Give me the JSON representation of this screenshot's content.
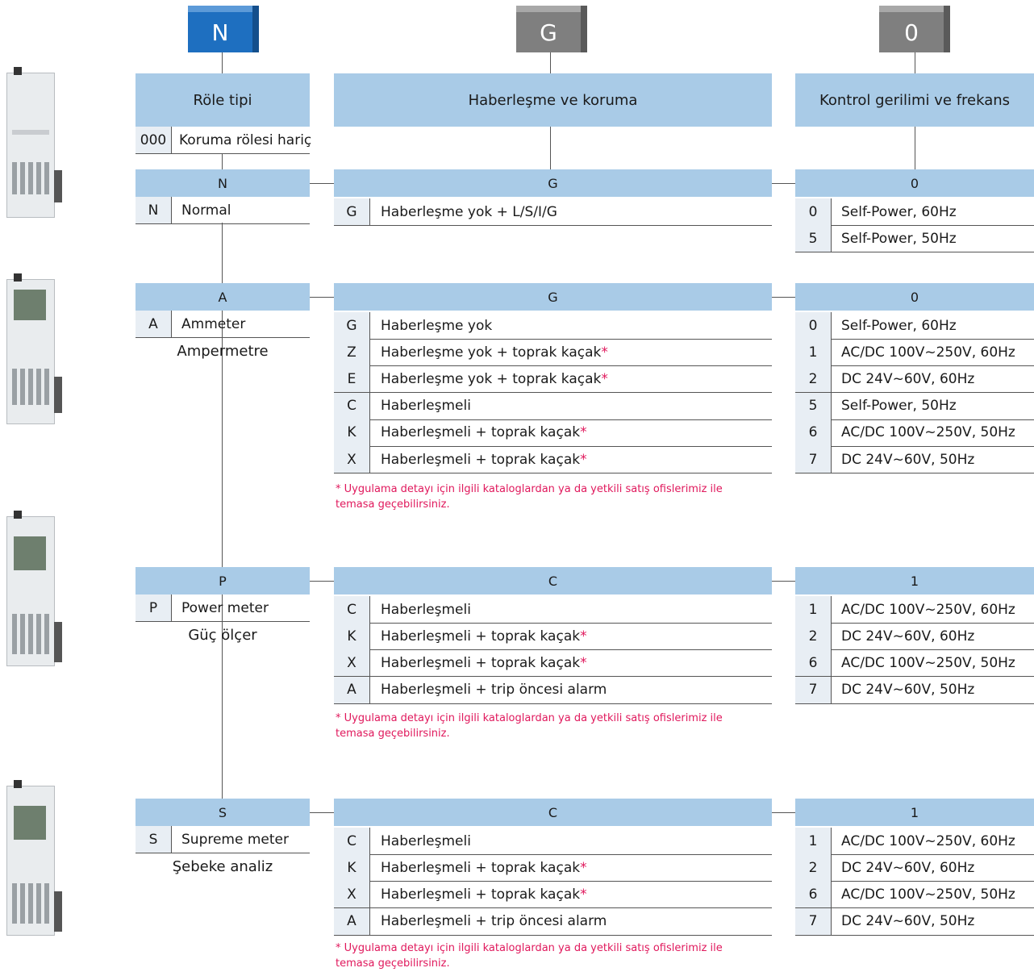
{
  "cubes": [
    {
      "letter": "N",
      "color": "#1e6fc0"
    },
    {
      "letter": "G",
      "color": "#7f7f7f"
    },
    {
      "letter": "0",
      "color": "#7f7f7f"
    }
  ],
  "headers": {
    "col1": "Röle tipi",
    "col2": "Haberleşme ve koruma",
    "col3": "Kontrol gerilimi ve frekans"
  },
  "exclude": {
    "code": "000",
    "label": "Koruma rölesi hariç"
  },
  "note": "* Uygulama detayı için ilgili kataloglardan ya da yetkili satış ofislerimiz ile temasa geçebilirsiniz.",
  "sections": [
    {
      "type_bar": "N",
      "type_code": "N",
      "type_label": "Normal",
      "type_caption": "",
      "comm_bar": "G",
      "comm": [
        {
          "code": "G",
          "label": "Haberleşme yok + L/S/I/G",
          "star": false
        }
      ],
      "volt_bar": "0",
      "volt": [
        {
          "code": "0",
          "label": "Self-Power, 60Hz"
        },
        {
          "code": "5",
          "label": "Self-Power, 50Hz"
        }
      ]
    },
    {
      "type_bar": "A",
      "type_code": "A",
      "type_label": "Ammeter",
      "type_caption": "Ampermetre",
      "comm_bar": "G",
      "comm": [
        {
          "code": "G",
          "label": "Haberleşme yok",
          "star": false
        },
        {
          "code": "Z",
          "label": "Haberleşme yok + toprak kaçak",
          "star": true
        },
        {
          "code": "E",
          "label": "Haberleşme yok + toprak kaçak",
          "star": true
        },
        {
          "code": "C",
          "label": "Haberleşmeli",
          "star": false
        },
        {
          "code": "K",
          "label": "Haberleşmeli + toprak kaçak",
          "star": true
        },
        {
          "code": "X",
          "label": "Haberleşmeli + toprak kaçak",
          "star": true
        }
      ],
      "volt_bar": "0",
      "volt": [
        {
          "code": "0",
          "label": "Self-Power, 60Hz"
        },
        {
          "code": "1",
          "label": "AC/DC 100V~250V, 60Hz"
        },
        {
          "code": "2",
          "label": "DC 24V~60V, 60Hz"
        },
        {
          "code": "5",
          "label": "Self-Power, 50Hz"
        },
        {
          "code": "6",
          "label": "AC/DC 100V~250V, 50Hz"
        },
        {
          "code": "7",
          "label": "DC 24V~60V, 50Hz"
        }
      ]
    },
    {
      "type_bar": "P",
      "type_code": "P",
      "type_label": "Power meter",
      "type_caption": "Güç ölçer",
      "comm_bar": "C",
      "comm": [
        {
          "code": "C",
          "label": "Haberleşmeli",
          "star": false
        },
        {
          "code": "K",
          "label": "Haberleşmeli + toprak kaçak",
          "star": true
        },
        {
          "code": "X",
          "label": "Haberleşmeli + toprak kaçak",
          "star": true
        },
        {
          "code": "A",
          "label": "Haberleşmeli + trip öncesi alarm",
          "star": false
        }
      ],
      "volt_bar": "1",
      "volt": [
        {
          "code": "1",
          "label": "AC/DC 100V~250V, 60Hz"
        },
        {
          "code": "2",
          "label": "DC 24V~60V, 60Hz"
        },
        {
          "code": "6",
          "label": "AC/DC 100V~250V, 50Hz"
        },
        {
          "code": "7",
          "label": "DC 24V~60V, 50Hz"
        }
      ]
    },
    {
      "type_bar": "S",
      "type_code": "S",
      "type_label": "Supreme meter",
      "type_caption": "Şebeke analiz",
      "comm_bar": "C",
      "comm": [
        {
          "code": "C",
          "label": "Haberleşmeli",
          "star": false
        },
        {
          "code": "K",
          "label": "Haberleşmeli + toprak kaçak",
          "star": true
        },
        {
          "code": "X",
          "label": "Haberleşmeli + toprak kaçak",
          "star": true
        },
        {
          "code": "A",
          "label": "Haberleşmeli + trip öncesi alarm",
          "star": false
        }
      ],
      "volt_bar": "1",
      "volt": [
        {
          "code": "1",
          "label": "AC/DC 100V~250V, 60Hz"
        },
        {
          "code": "2",
          "label": "DC 24V~60V, 60Hz"
        },
        {
          "code": "6",
          "label": "AC/DC 100V~250V, 50Hz"
        },
        {
          "code": "7",
          "label": "DC 24V~60V, 50Hz"
        }
      ]
    }
  ]
}
